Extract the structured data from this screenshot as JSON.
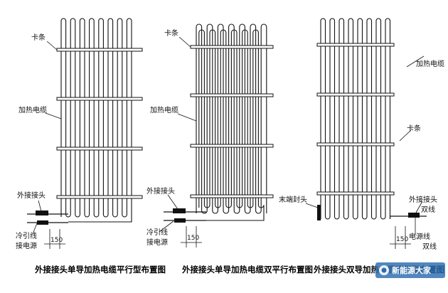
{
  "colors": {
    "line": "#111111",
    "watermark_bg": "#2b6cb0"
  },
  "icons": [
    "watermark-logo-icon"
  ],
  "diagrams": [
    {
      "caption": "外接接头单导加热电缆平行型布置图",
      "labels": {
        "clip": "卡条",
        "heating_cable": "加热电缆",
        "external_joint": "外接接头",
        "cold_lead": "冷引线",
        "power_conn": "接电源",
        "dimension": "150"
      }
    },
    {
      "caption": "外接接头单导加热电缆双平行布置图",
      "labels": {
        "clip": "卡条",
        "heating_cable": "加热电缆",
        "external_joint": "外接接头",
        "cold_lead": "冷引线",
        "power_conn": "接电源",
        "dimension": "150"
      }
    },
    {
      "caption": "外接接头双导加热电缆平行型布置图",
      "labels": {
        "heating_cable": "加热电缆",
        "clip": "卡条",
        "end_seal": "末端封头",
        "external_joint": "外接接头",
        "twin_wire_1": "双线",
        "power_line": "电源线",
        "twin_wire_2": "双线",
        "dimension": "150"
      }
    }
  ],
  "watermark": {
    "text": "新能源大家"
  }
}
